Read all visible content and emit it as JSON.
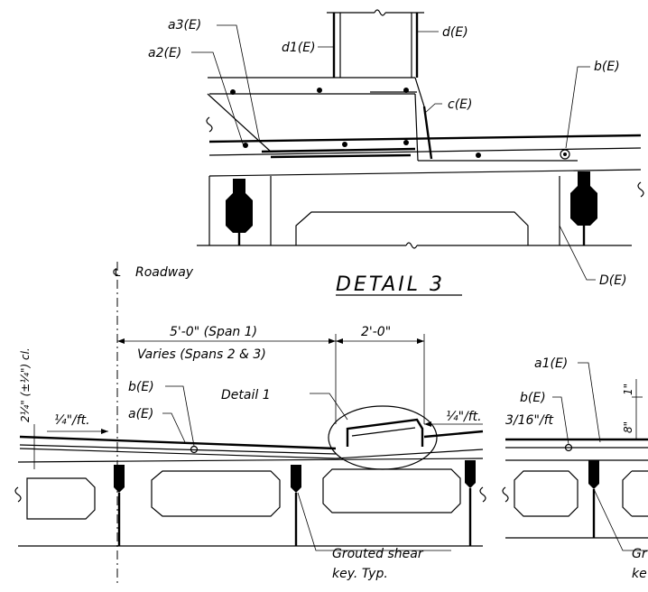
{
  "detail3": {
    "title": "DETAIL 3",
    "labels": {
      "a3": "a3(E)",
      "a2": "a2(E)",
      "d1": "d1(E)",
      "d": "d(E)",
      "b": "b(E)",
      "c": "c(E)",
      "D": "D(E)"
    }
  },
  "section": {
    "centerline": "Roadway",
    "dim_span1": "5'-0\" (Span 1)",
    "dim_varies": "Varies (Spans 2 & 3)",
    "dim_2ft": "2'-0\"",
    "clearance": "2¼\" (±¼\") cl.",
    "slope_left": "¼\"/ft.",
    "slope_right": "¼\"/ft.",
    "slope_far": "3/16\"/ft",
    "b_label": "b(E)",
    "a_label": "a(E)",
    "detail1": "Detail 1",
    "grouted": "Grouted shear",
    "keytyp": "key. Typ.",
    "a1_label": "a1(E)",
    "b2_label": "b(E)",
    "dim_1in": "1\"",
    "dim_8in": "8\"",
    "gr_cut": "Gr",
    "ke_cut": "ke"
  }
}
